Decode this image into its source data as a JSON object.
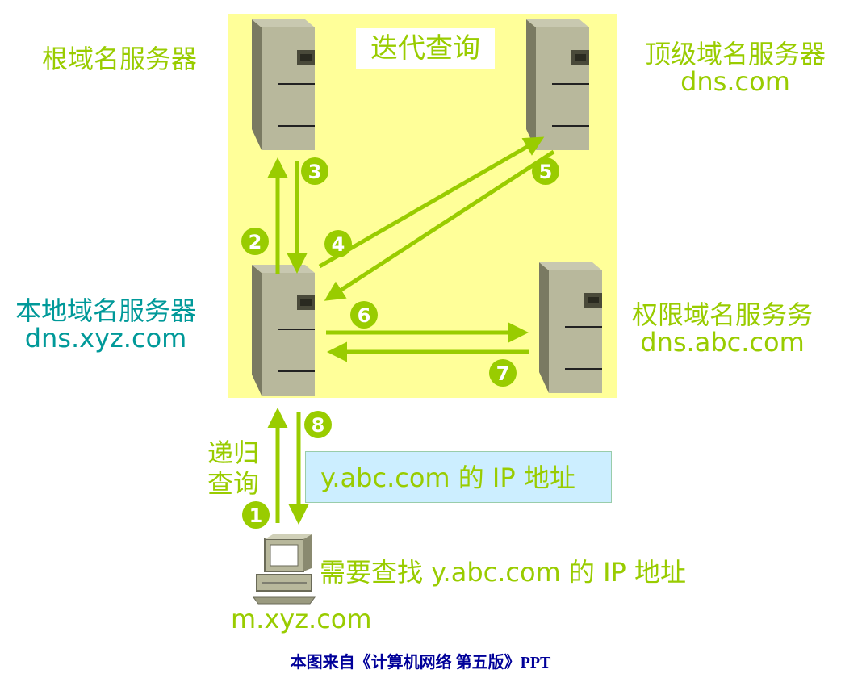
{
  "title": "迭代查询",
  "nodes": {
    "root": {
      "name": "根域名服务器"
    },
    "tld": {
      "name": "顶级域名服务器",
      "domain": "dns.com"
    },
    "local": {
      "name": "本地域名服务器",
      "domain": "dns.xyz.com"
    },
    "auth": {
      "name": "权限域名服务务",
      "domain": "dns.abc.com"
    },
    "client": {
      "domain": "m.xyz.com",
      "message": "需要查找 y.abc.com 的 IP 地址"
    }
  },
  "recursive_label": {
    "line1": "递归",
    "line2": "查询"
  },
  "answer": "y.abc.com 的 IP 地址",
  "steps": [
    "1",
    "2",
    "3",
    "4",
    "5",
    "6",
    "7",
    "8"
  ],
  "caption": "本图来自《计算机网络 第五版》PPT",
  "colors": {
    "accent": "#99cc00",
    "teal": "#009999",
    "highlight": "#ffff99",
    "answer_bg": "#cceeff",
    "caption": "#000099"
  }
}
